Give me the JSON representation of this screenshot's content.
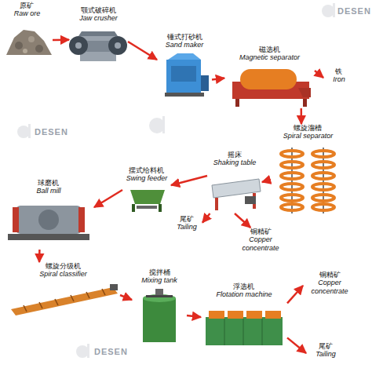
{
  "diagram": {
    "nodes": [
      {
        "text": [
          "原矿",
          "Raw ore"
        ]
      },
      {
        "text": [
          "颚式破碎机",
          "Jaw crusher"
        ]
      },
      {
        "text": [
          "锤式打砂机",
          "Sand maker"
        ]
      },
      {
        "text": [
          "磁选机",
          "Magnetic separator"
        ]
      },
      {
        "text": [
          "铁",
          "Iron"
        ]
      },
      {
        "text": [
          "螺旋溜槽",
          "Spiral separator"
        ]
      },
      {
        "text": [
          "摇床",
          "Shaking table"
        ]
      },
      {
        "text": [
          "摆式给料机",
          "Swing feeder"
        ]
      },
      {
        "text": [
          "尾矿",
          "Tailing"
        ]
      },
      {
        "text": [
          "铜精矿",
          "Copper concentrate"
        ]
      },
      {
        "text": [
          "球磨机",
          "Ball mill"
        ]
      },
      {
        "text": [
          "螺旋分级机",
          "Spiral classifier"
        ]
      },
      {
        "text": [
          "搅拌桶",
          "Mixing tank"
        ]
      },
      {
        "text": [
          "浮选机",
          "Flotation machine"
        ]
      },
      {
        "text": [
          "铜精矿",
          "Copper concentrate"
        ]
      },
      {
        "text": [
          "尾矿",
          "Tailing"
        ]
      }
    ],
    "edges": [
      {
        "from": 0,
        "to": 1,
        "arrow": "to"
      },
      {
        "from": 1,
        "to": 2,
        "arrow": "to"
      },
      {
        "from": 2,
        "to": 3,
        "arrow": "to"
      },
      {
        "from": 3,
        "to": 4,
        "arrow": "to"
      },
      {
        "from": 3,
        "to": 5,
        "arrow": "to"
      },
      {
        "from": 5,
        "to": 6,
        "arrow": "to"
      },
      {
        "from": 6,
        "to": 7,
        "arrow": "to"
      },
      {
        "from": 6,
        "to": 8,
        "arrow": "to"
      },
      {
        "from": 6,
        "to": 9,
        "arrow": "to"
      },
      {
        "from": 7,
        "to": 10,
        "arrow": "to"
      },
      {
        "from": 10,
        "to": 11,
        "arrow": "to"
      },
      {
        "from": 11,
        "to": 12,
        "arrow": "to"
      },
      {
        "from": 12,
        "to": 13,
        "arrow": "to"
      },
      {
        "from": 13,
        "to": 14,
        "arrow": "to"
      },
      {
        "from": 13,
        "to": 15,
        "arrow": "to"
      }
    ],
    "labels": [
      "DESEN",
      "DESEN",
      "DESEN"
    ]
  }
}
